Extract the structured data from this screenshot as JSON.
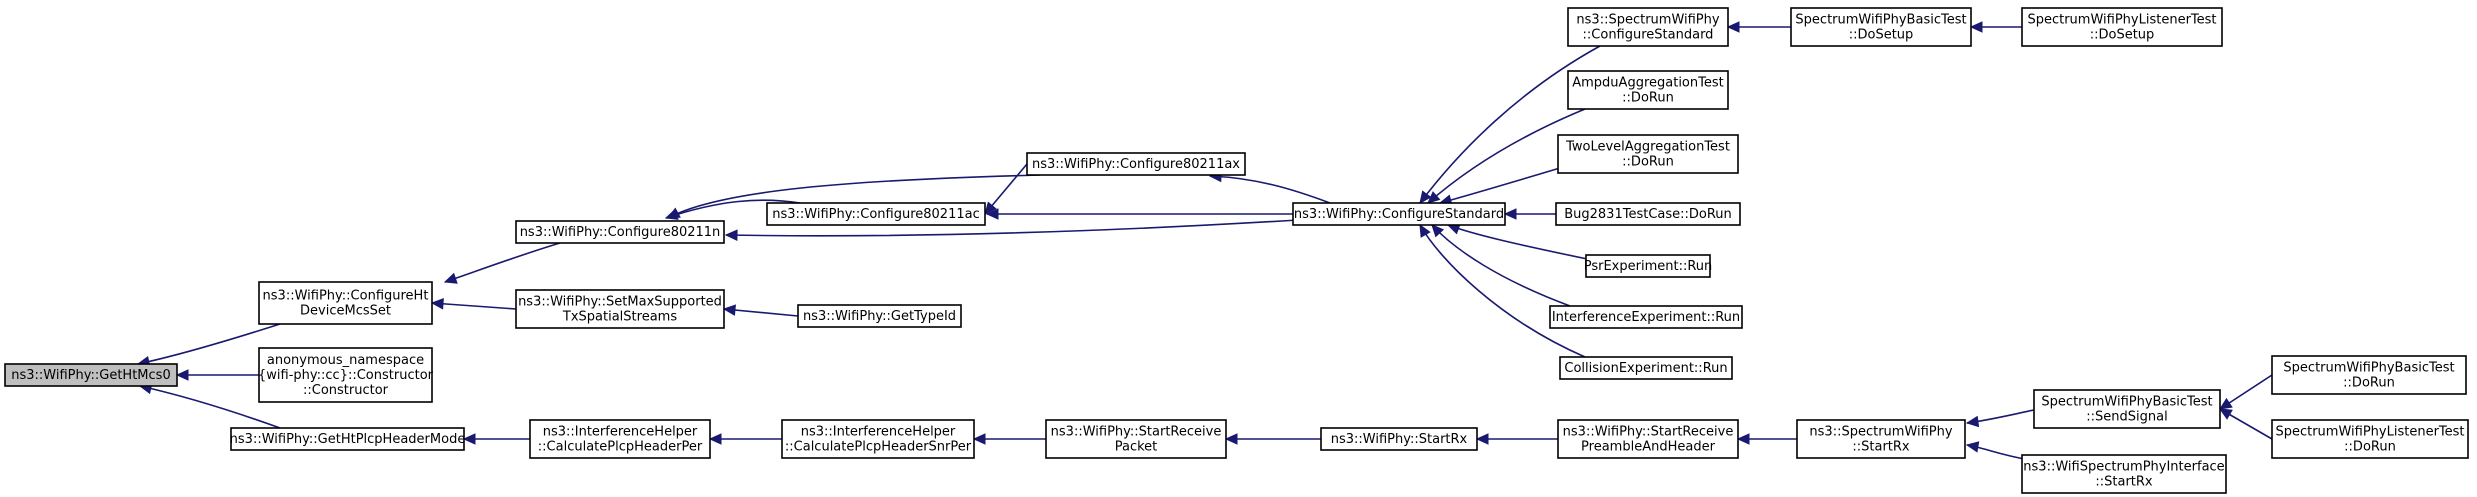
{
  "diagram": {
    "nodes": [
      {
        "id": "gethtmcs0",
        "lines": [
          "ns3::WifiPhy::GetHtMcs0"
        ],
        "root": true
      },
      {
        "id": "configurehtdevicemcsset",
        "lines": [
          "ns3::WifiPhy::ConfigureHt",
          "DeviceMcsSet"
        ]
      },
      {
        "id": "anon_constructor",
        "lines": [
          "anonymous_namespace",
          "{wifi-phy::cc}::Constructor",
          "::Constructor"
        ]
      },
      {
        "id": "gethtplcpheadermode",
        "lines": [
          "ns3::WifiPhy::GetHtPlcpHeaderMode"
        ]
      },
      {
        "id": "configure80211n",
        "lines": [
          "ns3::WifiPhy::Configure80211n"
        ]
      },
      {
        "id": "setmaxsupportedtxspatialstreams",
        "lines": [
          "ns3::WifiPhy::SetMaxSupported",
          "TxSpatialStreams"
        ]
      },
      {
        "id": "calculateplcpheaderper",
        "lines": [
          "ns3::InterferenceHelper",
          "::CalculatePlcpHeaderPer"
        ]
      },
      {
        "id": "configure80211ac",
        "lines": [
          "ns3::WifiPhy::Configure80211ac"
        ]
      },
      {
        "id": "gettypeid",
        "lines": [
          "ns3::WifiPhy::GetTypeId"
        ]
      },
      {
        "id": "calculateplcpheadersnrper",
        "lines": [
          "ns3::InterferenceHelper",
          "::CalculatePlcpHeaderSnrPer"
        ]
      },
      {
        "id": "configure80211ax",
        "lines": [
          "ns3::WifiPhy::Configure80211ax"
        ]
      },
      {
        "id": "startreceivepacket",
        "lines": [
          "ns3::WifiPhy::StartReceive",
          "Packet"
        ]
      },
      {
        "id": "configurestandard",
        "lines": [
          "ns3::WifiPhy::ConfigureStandard"
        ]
      },
      {
        "id": "startrx",
        "lines": [
          "ns3::WifiPhy::StartRx"
        ]
      },
      {
        "id": "spectrumconfigurestandard",
        "lines": [
          "ns3::SpectrumWifiPhy",
          "::ConfigureStandard"
        ]
      },
      {
        "id": "ampduaggregationtest",
        "lines": [
          "AmpduAggregationTest",
          "::DoRun"
        ]
      },
      {
        "id": "twolevelaggregationtest",
        "lines": [
          "TwoLevelAggregationTest",
          "::DoRun"
        ]
      },
      {
        "id": "bug2831testcase",
        "lines": [
          "Bug2831TestCase::DoRun"
        ]
      },
      {
        "id": "psrexperiment",
        "lines": [
          "PsrExperiment::Run"
        ]
      },
      {
        "id": "interferenceexperiment",
        "lines": [
          "InterferenceExperiment::Run"
        ]
      },
      {
        "id": "collisionexperiment",
        "lines": [
          "CollisionExperiment::Run"
        ]
      },
      {
        "id": "startreceivepreambleandheader",
        "lines": [
          "ns3::WifiPhy::StartReceive",
          "PreambleAndHeader"
        ]
      },
      {
        "id": "spectrumbasictest_dosetup",
        "lines": [
          "SpectrumWifiPhyBasicTest",
          "::DoSetup"
        ]
      },
      {
        "id": "spectrumstartrx",
        "lines": [
          "ns3::SpectrumWifiPhy",
          "::StartRx"
        ]
      },
      {
        "id": "spectrumlistenertest_dosetup",
        "lines": [
          "SpectrumWifiPhyListenerTest",
          "::DoSetup"
        ]
      },
      {
        "id": "spectrumbasictest_sendsignal",
        "lines": [
          "SpectrumWifiPhyBasicTest",
          "::SendSignal"
        ]
      },
      {
        "id": "wifispectrumphyinterface_startrx",
        "lines": [
          "ns3::WifiSpectrumPhyInterface",
          "::StartRx"
        ]
      },
      {
        "id": "spectrumbasictest_dorun",
        "lines": [
          "SpectrumWifiPhyBasicTest",
          "::DoRun"
        ]
      },
      {
        "id": "spectrumlistenertest_dorun",
        "lines": [
          "SpectrumWifiPhyListenerTest",
          "::DoRun"
        ]
      }
    ],
    "edges": [
      {
        "from": "configurehtdevicemcsset",
        "to": "gethtmcs0"
      },
      {
        "from": "anon_constructor",
        "to": "gethtmcs0"
      },
      {
        "from": "gethtplcpheadermode",
        "to": "gethtmcs0"
      },
      {
        "from": "configure80211n",
        "to": "configurehtdevicemcsset"
      },
      {
        "from": "setmaxsupportedtxspatialstreams",
        "to": "configurehtdevicemcsset"
      },
      {
        "from": "calculateplcpheaderper",
        "to": "gethtplcpheadermode"
      },
      {
        "from": "configure80211ac",
        "to": "configure80211n"
      },
      {
        "from": "configure80211ax",
        "to": "configure80211n"
      },
      {
        "from": "configurestandard",
        "to": "configure80211n"
      },
      {
        "from": "gettypeid",
        "to": "setmaxsupportedtxspatialstreams"
      },
      {
        "from": "calculateplcpheadersnrper",
        "to": "calculateplcpheaderper"
      },
      {
        "from": "configure80211ax",
        "to": "configure80211ac"
      },
      {
        "from": "configurestandard",
        "to": "configure80211ac"
      },
      {
        "from": "startreceivepacket",
        "to": "calculateplcpheadersnrper"
      },
      {
        "from": "configurestandard",
        "to": "configure80211ax"
      },
      {
        "from": "startrx",
        "to": "startreceivepacket"
      },
      {
        "from": "spectrumconfigurestandard",
        "to": "configurestandard"
      },
      {
        "from": "ampduaggregationtest",
        "to": "configurestandard"
      },
      {
        "from": "twolevelaggregationtest",
        "to": "configurestandard"
      },
      {
        "from": "bug2831testcase",
        "to": "configurestandard"
      },
      {
        "from": "psrexperiment",
        "to": "configurestandard"
      },
      {
        "from": "interferenceexperiment",
        "to": "configurestandard"
      },
      {
        "from": "collisionexperiment",
        "to": "configurestandard"
      },
      {
        "from": "startreceivepreambleandheader",
        "to": "startrx"
      },
      {
        "from": "spectrumbasictest_dosetup",
        "to": "spectrumconfigurestandard"
      },
      {
        "from": "spectrumstartrx",
        "to": "startreceivepreambleandheader"
      },
      {
        "from": "spectrumlistenertest_dosetup",
        "to": "spectrumbasictest_dosetup"
      },
      {
        "from": "spectrumbasictest_sendsignal",
        "to": "spectrumstartrx"
      },
      {
        "from": "wifispectrumphyinterface_startrx",
        "to": "spectrumstartrx"
      },
      {
        "from": "spectrumbasictest_dorun",
        "to": "spectrumbasictest_sendsignal"
      },
      {
        "from": "spectrumlistenertest_dorun",
        "to": "spectrumbasictest_sendsignal"
      }
    ]
  }
}
